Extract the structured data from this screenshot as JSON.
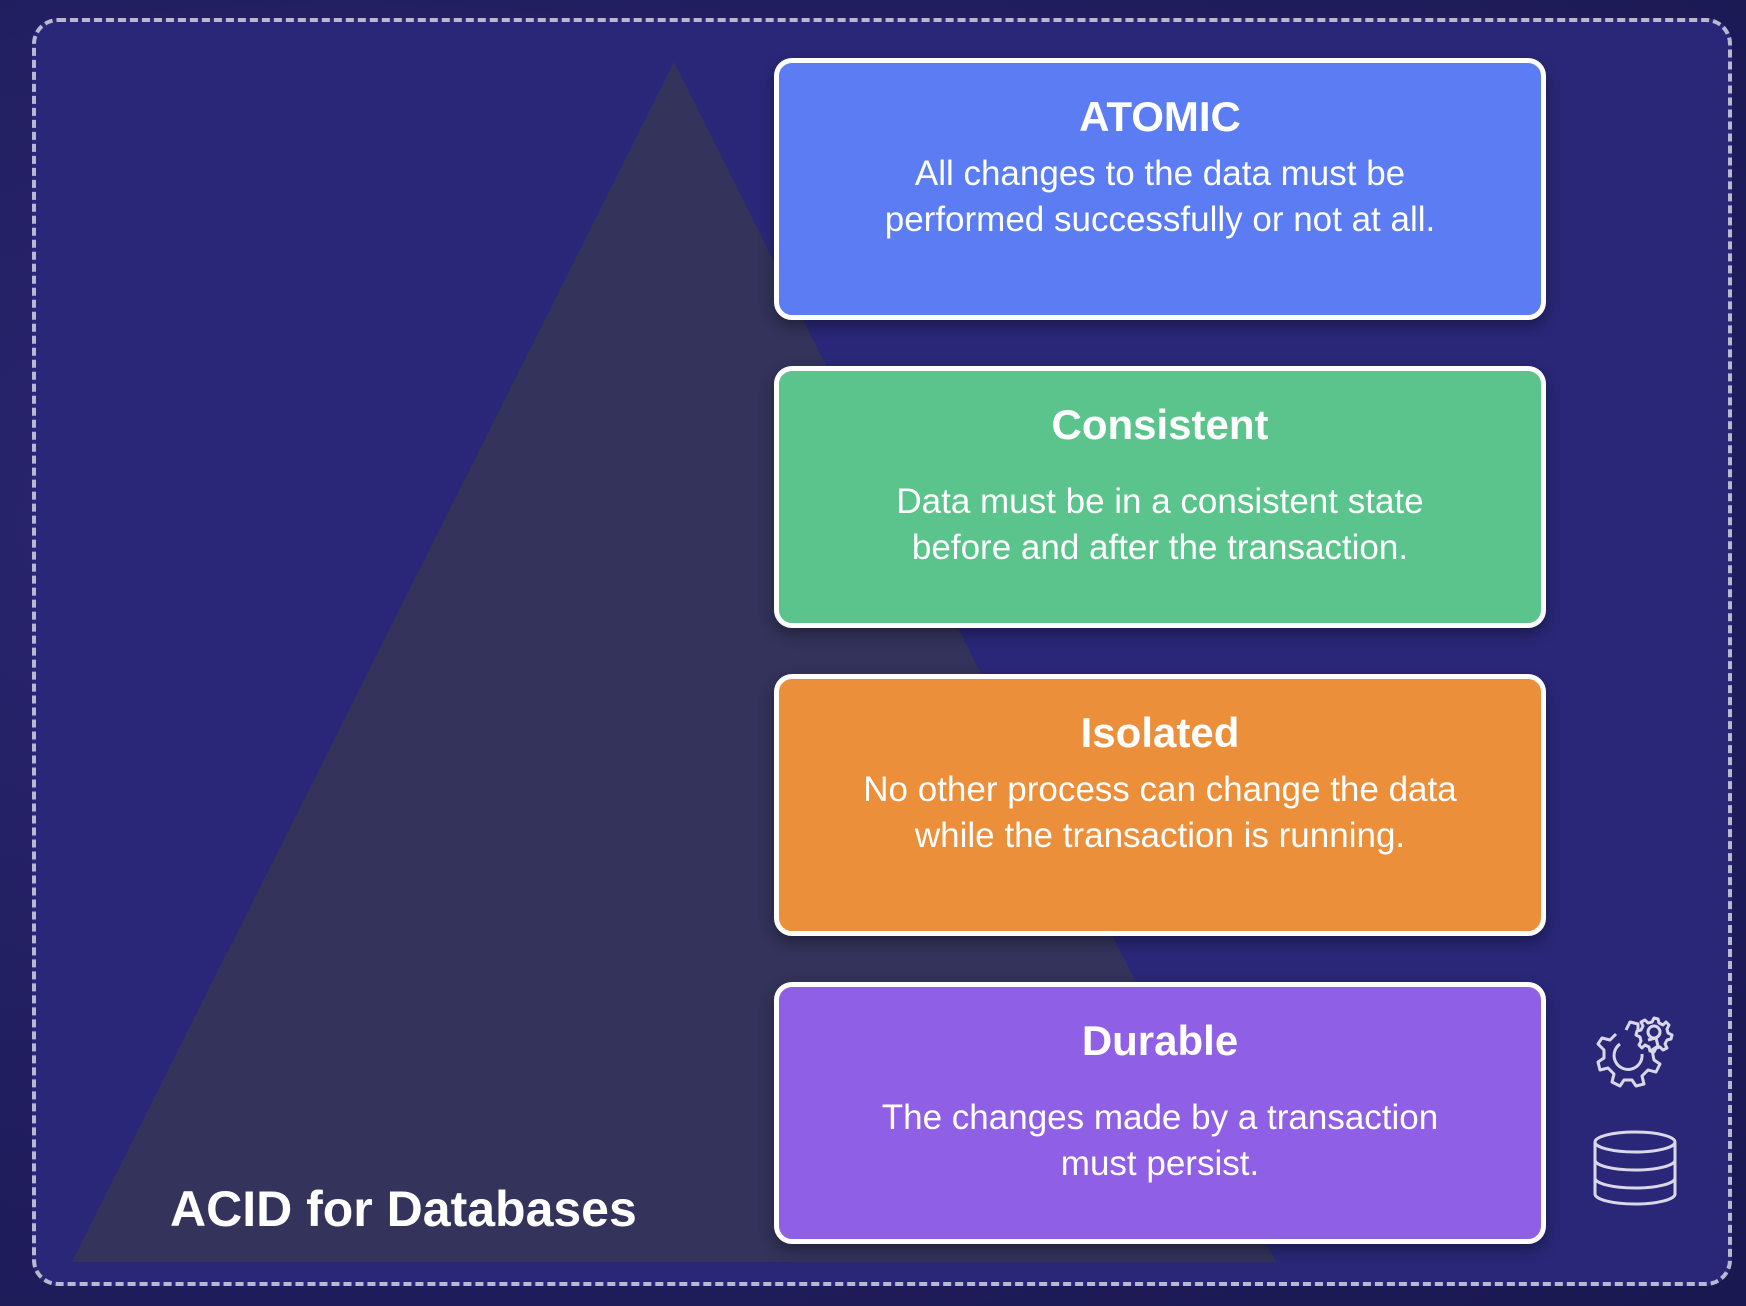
{
  "slide": {
    "title": "ACID for Databases"
  },
  "cards": [
    {
      "title": "ATOMIC",
      "description": "All changes to the data must be performed successfully or not at all.",
      "color": "#5b7cf2"
    },
    {
      "title": "Consistent",
      "description": "Data must be in a consistent state before and after the transaction.",
      "color": "#5bc48c"
    },
    {
      "title": "Isolated",
      "description": "No other process can change the data while the transaction is running.",
      "color": "#eb8f3b"
    },
    {
      "title": "Durable",
      "description": "The changes made by a transaction must persist.",
      "color": "#8f5fe6"
    }
  ],
  "icons": {
    "top": "gears-icon",
    "bottom": "database-icon"
  },
  "colors": {
    "background": "#2a2778",
    "pyramid": "#34345a",
    "frame_border": "#b8b8d0"
  }
}
